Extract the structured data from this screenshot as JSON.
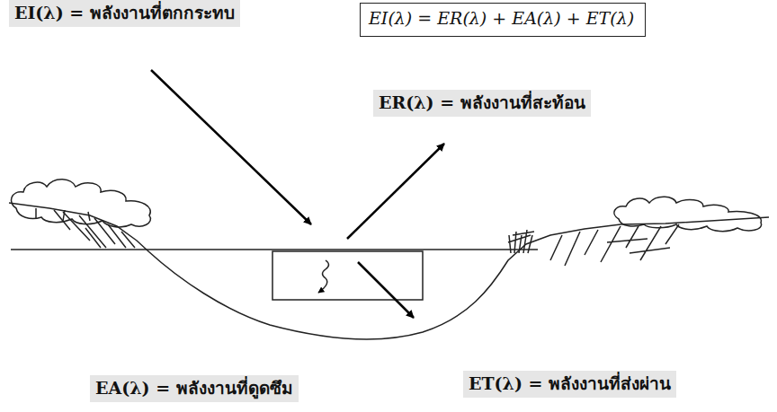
{
  "diagram": {
    "nodes": [
      {
        "text": [
          "EI(λ) = ER(λ) + EA(λ) + ET(λ)"
        ]
      }
    ],
    "labels": [
      "EI(λ) = พลังงานที่ตกกระทบ",
      "ER(λ) = พลังงานที่สะท้อน",
      "EA(λ) = พลังงานที่ดูดซึม",
      "ET(λ) = พลังงานที่ส่งผ่าน"
    ]
  }
}
